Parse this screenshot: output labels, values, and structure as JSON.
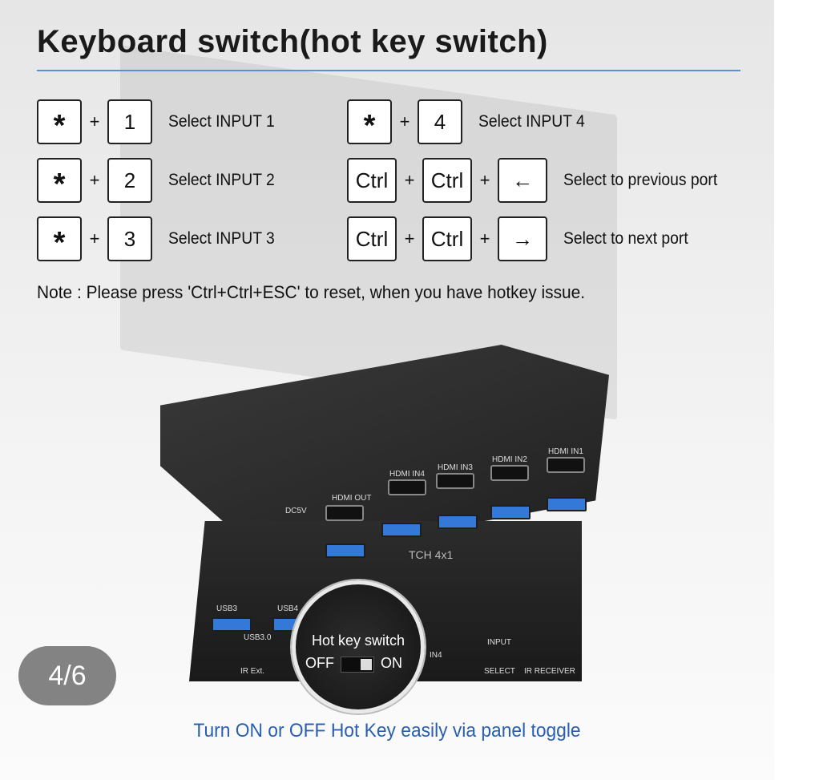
{
  "title": "Keyboard switch(hot key switch)",
  "shortcuts": [
    {
      "keys": [
        "*",
        "1"
      ],
      "desc": "Select INPUT 1"
    },
    {
      "keys": [
        "*",
        "2"
      ],
      "desc": "Select INPUT 2"
    },
    {
      "keys": [
        "*",
        "3"
      ],
      "desc": "Select INPUT 3"
    },
    {
      "keys": [
        "*",
        "4"
      ],
      "desc": "Select INPUT 4"
    },
    {
      "keys": [
        "Ctrl",
        "Ctrl",
        "←"
      ],
      "desc": "Select to previous port"
    },
    {
      "keys": [
        "Ctrl",
        "Ctrl",
        "→"
      ],
      "desc": "Select to next port"
    }
  ],
  "plus": "+",
  "note": "Note : Please press 'Ctrl+Ctrl+ESC' to reset, when you have hotkey issue.",
  "device": {
    "magnifier_title": "Hot key switch",
    "off": "OFF",
    "on": "ON",
    "labels": {
      "usb3": "USB3",
      "usb4": "USB4",
      "usb30": "USB3.0",
      "ir_ext": "IR Ext.",
      "in4": "IN4",
      "input": "INPUT",
      "select": "SELECT",
      "ir_receiver": "IR RECEIVER",
      "hdmi_out": "HDMI OUT",
      "dc5v": "DC5V",
      "hdmi_in1": "HDMI IN1",
      "hdmi_in2": "HDMI IN2",
      "hdmi_in3": "HDMI IN3",
      "hdmi_in4": "HDMI IN4",
      "switch_text": "TCH 4x1"
    }
  },
  "pager": "4/6",
  "caption": "Turn ON or OFF Hot Key easily via  panel toggle",
  "colors": {
    "accent_rule": "#5a8fd6",
    "caption": "#2a5fb0",
    "usb_port": "#3478d8"
  }
}
